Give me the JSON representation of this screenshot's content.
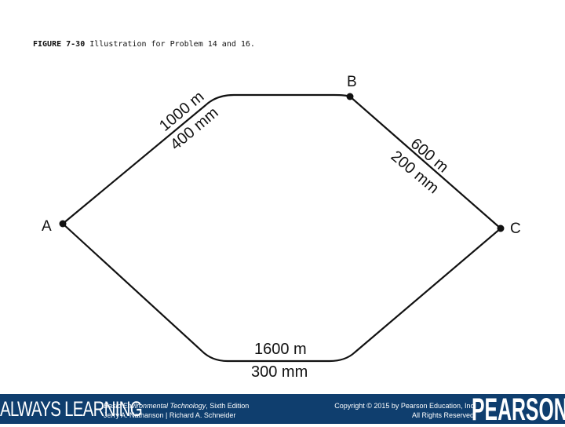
{
  "caption": {
    "figure_label": "FIGURE 7-30",
    "text": "Illustration for Problem 14 and 16."
  },
  "diagram": {
    "nodes": {
      "a": "A",
      "b": "B",
      "c": "C"
    },
    "edges": {
      "ab_length": "1000 m",
      "ab_diameter": "400 mm",
      "bc_length": "600 m",
      "bc_diameter": "200 mm",
      "ac_length": "1600 m",
      "ac_diameter": "300 mm"
    }
  },
  "footer": {
    "always_learning": "ALWAYS LEARNING",
    "book_title": "Basic Environmental Technology",
    "book_edition": ", Sixth Edition",
    "authors": "Jerry A. Nathanson | Richard A. Schneider",
    "copyright": "Copyright © 2015 by Pearson Education, Inc",
    "rights": "All Rights Reserved",
    "brand": "PEARSON"
  },
  "colors": {
    "footer_background": "#0f3e6e",
    "footer_text": "#ffffff",
    "diagram_ink": "#111111"
  }
}
